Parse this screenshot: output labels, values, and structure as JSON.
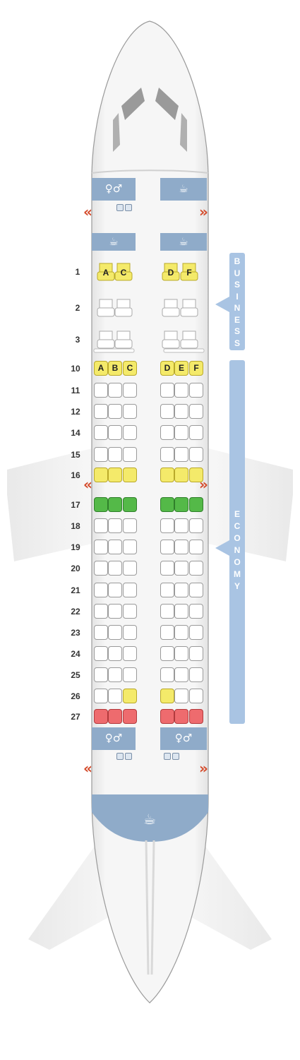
{
  "business": {
    "label": [
      "B",
      "U",
      "S",
      "I",
      "N",
      "E",
      "S",
      "S"
    ],
    "rows": [
      {
        "row": "1",
        "left": [
          "A",
          "C"
        ],
        "right": [
          "D",
          "F"
        ],
        "highlight": true
      },
      {
        "row": "2",
        "left": [
          "",
          ""
        ],
        "right": [
          "",
          ""
        ],
        "highlight": false
      },
      {
        "row": "3",
        "left": [
          "",
          ""
        ],
        "right": [
          "",
          ""
        ],
        "highlight": false
      }
    ]
  },
  "economy": {
    "label": [
      "E",
      "C",
      "O",
      "N",
      "O",
      "M",
      "Y"
    ],
    "rows": [
      {
        "row": "10",
        "seats": [
          "pref",
          "pref",
          "pref",
          "pref",
          "pref",
          "pref"
        ],
        "letters": [
          "A",
          "B",
          "C",
          "D",
          "E",
          "F"
        ]
      },
      {
        "row": "11",
        "seats": [
          "std",
          "std",
          "std",
          "std",
          "std",
          "std"
        ]
      },
      {
        "row": "12",
        "seats": [
          "std",
          "std",
          "std",
          "std",
          "std",
          "std"
        ]
      },
      {
        "row": "14",
        "seats": [
          "std",
          "std",
          "std",
          "std",
          "std",
          "std"
        ]
      },
      {
        "row": "15",
        "seats": [
          "std",
          "std",
          "std",
          "std",
          "std",
          "std"
        ]
      },
      {
        "row": "16",
        "seats": [
          "pref",
          "pref",
          "pref",
          "pref",
          "pref",
          "pref"
        ]
      },
      {
        "row": "17",
        "seats": [
          "good",
          "good",
          "good",
          "good",
          "good",
          "good"
        ]
      },
      {
        "row": "18",
        "seats": [
          "std",
          "std",
          "std",
          "std",
          "std",
          "std"
        ]
      },
      {
        "row": "19",
        "seats": [
          "std",
          "std",
          "std",
          "std",
          "std",
          "std"
        ]
      },
      {
        "row": "20",
        "seats": [
          "std",
          "std",
          "std",
          "std",
          "std",
          "std"
        ]
      },
      {
        "row": "21",
        "seats": [
          "std",
          "std",
          "std",
          "std",
          "std",
          "std"
        ]
      },
      {
        "row": "22",
        "seats": [
          "std",
          "std",
          "std",
          "std",
          "std",
          "std"
        ]
      },
      {
        "row": "23",
        "seats": [
          "std",
          "std",
          "std",
          "std",
          "std",
          "std"
        ]
      },
      {
        "row": "24",
        "seats": [
          "std",
          "std",
          "std",
          "std",
          "std",
          "std"
        ]
      },
      {
        "row": "25",
        "seats": [
          "std",
          "std",
          "std",
          "std",
          "std",
          "std"
        ]
      },
      {
        "row": "26",
        "seats": [
          "std",
          "std",
          "pref",
          "pref",
          "std",
          "std"
        ]
      },
      {
        "row": "27",
        "seats": [
          "bad",
          "bad",
          "bad",
          "bad",
          "bad",
          "bad"
        ]
      }
    ]
  },
  "exits": [
    "exit-row-front",
    "exit-row-wing",
    "exit-row-rear"
  ],
  "facilities": [
    {
      "name": "lavatory-front-left",
      "icon": "lavatory-icon"
    },
    {
      "name": "galley-front-right",
      "icon": "galley-icon"
    },
    {
      "name": "galley-business-left",
      "icon": "galley-icon"
    },
    {
      "name": "galley-business-right",
      "icon": "galley-icon"
    },
    {
      "name": "lavatory-rear-left",
      "icon": "lavatory-icon"
    },
    {
      "name": "lavatory-rear-right",
      "icon": "lavatory-icon"
    },
    {
      "name": "galley-rear",
      "icon": "galley-icon"
    }
  ],
  "colors": {
    "preferred": "#f4ea6a",
    "extra_legroom": "#54b948",
    "restricted": "#ee6b6e",
    "standard": "#ffffff",
    "section_band": "#a9c4e3",
    "facility": "#8fabc9",
    "exit_arrow": "#d44a2a"
  }
}
